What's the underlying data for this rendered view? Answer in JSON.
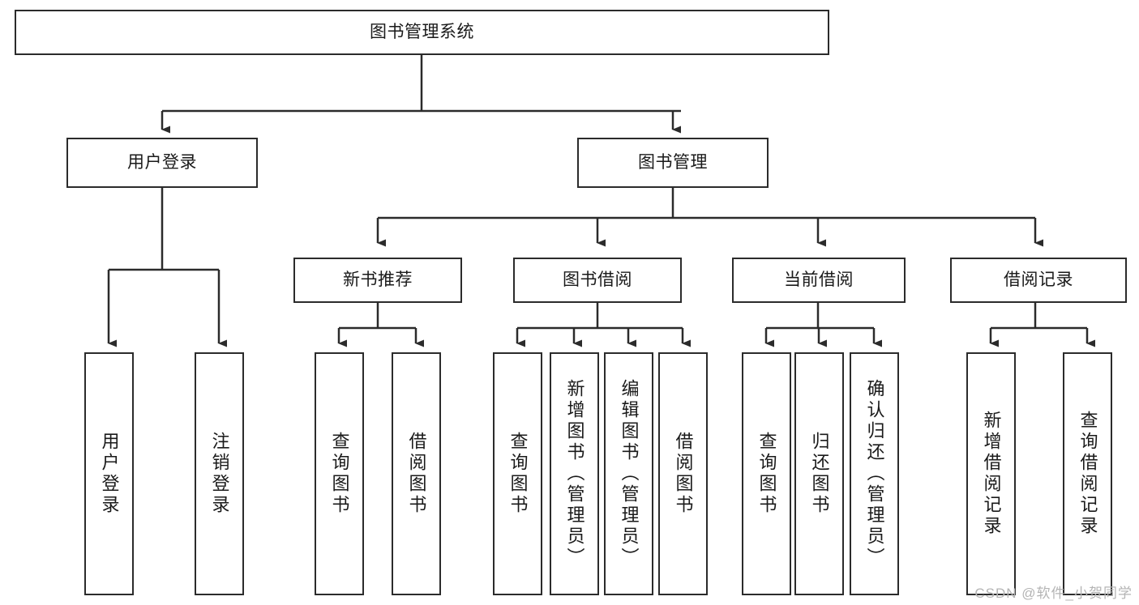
{
  "diagram": {
    "title": "图书管理系统",
    "type": "tree",
    "colors": {
      "stroke": "#2b2b2b",
      "fill": "#ffffff",
      "text": "#1a1a1a",
      "watermark": "#b4b4b4"
    },
    "root": {
      "label": "图书管理系统"
    },
    "level1": [
      {
        "label": "用户登录"
      },
      {
        "label": "图书管理"
      }
    ],
    "level2": [
      {
        "label": "新书推荐"
      },
      {
        "label": "图书借阅"
      },
      {
        "label": "当前借阅"
      },
      {
        "label": "借阅记录"
      }
    ],
    "leaves": {
      "user_login": [
        {
          "label": "用户登录"
        },
        {
          "label": "注销登录"
        }
      ],
      "new_book_recommend": [
        {
          "label": "查询图书"
        },
        {
          "label": "借阅图书"
        }
      ],
      "book_borrow": [
        {
          "label": "查询图书"
        },
        {
          "label": "新增图书（管理员）"
        },
        {
          "label": "编辑图书（管理员）"
        },
        {
          "label": "借阅图书"
        }
      ],
      "current_borrow": [
        {
          "label": "查询图书"
        },
        {
          "label": "归还图书"
        },
        {
          "label": "确认归还（管理员）"
        }
      ],
      "borrow_record": [
        {
          "label": "新增借阅记录"
        },
        {
          "label": "查询借阅记录"
        }
      ]
    }
  },
  "watermark": {
    "text": "CSDN @软件_小贺同学"
  }
}
